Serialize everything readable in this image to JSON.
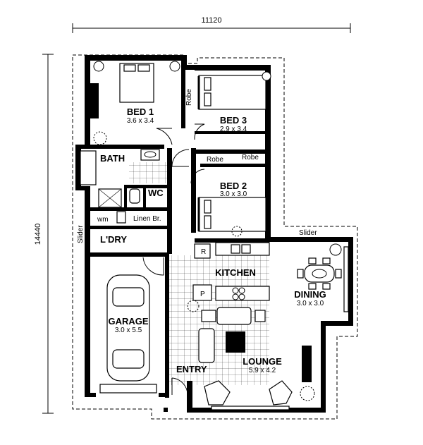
{
  "dimensions": {
    "width": "11120",
    "height": "14440"
  },
  "rooms": {
    "bed1": {
      "name": "BED 1",
      "size": "3.6 x 3.4"
    },
    "bed3": {
      "name": "BED 3",
      "size": "2.9 x 3.4"
    },
    "bed2": {
      "name": "BED 2",
      "size": "3.0 x 3.0"
    },
    "bath": {
      "name": "BATH"
    },
    "wc": {
      "name": "WC"
    },
    "wm": {
      "name": "wm"
    },
    "linen": {
      "name": "Linen Br."
    },
    "laundry": {
      "name": "L'DRY"
    },
    "kitchen": {
      "name": "KITCHEN"
    },
    "fridge": {
      "name": "R"
    },
    "pantry": {
      "name": "P"
    },
    "dining": {
      "name": "DINING",
      "size": "3.0 x 3.0"
    },
    "garage": {
      "name": "GARAGE",
      "size": "3.0 x 5.5"
    },
    "lounge": {
      "name": "LOUNGE",
      "size": "5.9 x 4.2"
    },
    "entry": {
      "name": "ENTRY"
    }
  },
  "robes": {
    "bed1": "Robe",
    "bed3": "Robe",
    "bed2": "Robe"
  },
  "sliders": {
    "left": "Slider",
    "dining": "Slider"
  }
}
